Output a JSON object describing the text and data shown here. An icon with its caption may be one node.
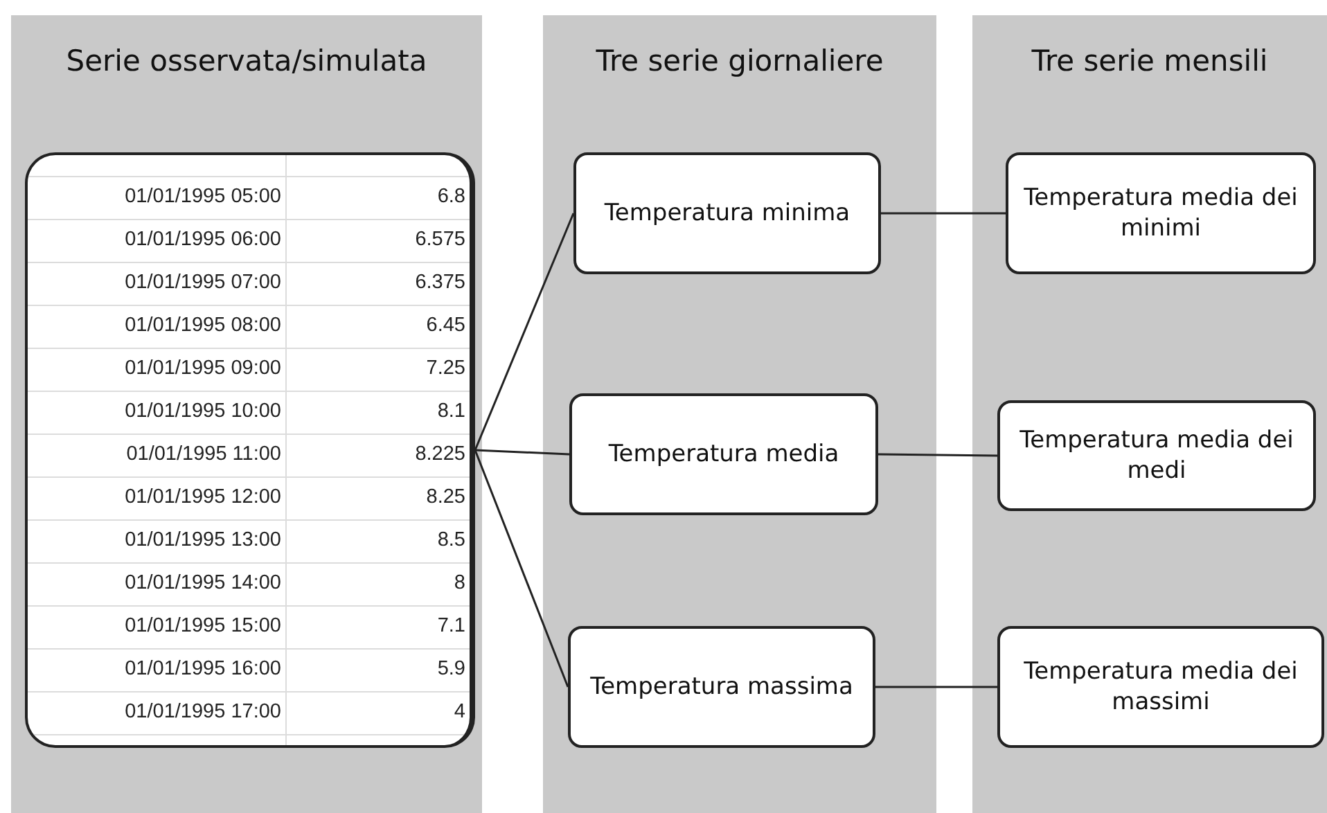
{
  "diagram": {
    "nodes": [
      {
        "text": [
          "Serie osservata/simulata"
        ]
      },
      {
        "text": [
          "01/01/1995 05:00",
          "6.8",
          "01/01/1995 06:00",
          "6.575",
          "01/01/1995 07:00",
          "6.375",
          "01/01/1995 08:00",
          "6.45",
          "01/01/1995 09:00",
          "7.25",
          "01/01/1995 10:00",
          "8.1",
          "01/01/1995 11:00",
          "8.225",
          "01/01/1995 12:00",
          "8.25",
          "01/01/1995 13:00",
          "8.5",
          "01/01/1995 14:00",
          "8",
          "01/01/1995 15:00",
          "7.1",
          "01/01/1995 16:00",
          "5.9",
          "01/01/1995 17:00",
          "4"
        ],
        "in": 0
      },
      {
        "text": [
          "Tre serie giornaliere"
        ]
      },
      {
        "text": [
          "Temperatura minima"
        ],
        "in": 2
      },
      {
        "text": [
          "Temperatura media"
        ],
        "in": 2
      },
      {
        "text": [
          "Temperatura massima"
        ],
        "in": 2
      },
      {
        "text": [
          "Tre serie mensili"
        ]
      },
      {
        "text": [
          "Temperatura media dei minimi"
        ],
        "in": 6
      },
      {
        "text": [
          "Temperatura media dei medi"
        ],
        "in": 6
      },
      {
        "text": [
          "Temperatura media dei massimi"
        ],
        "in": 6
      }
    ],
    "edges": [
      {
        "from": 1,
        "to": 3,
        "arrow": "none"
      },
      {
        "from": 1,
        "to": 4,
        "arrow": "none"
      },
      {
        "from": 1,
        "to": 5,
        "arrow": "none"
      },
      {
        "from": 3,
        "to": 7,
        "arrow": "none"
      },
      {
        "from": 4,
        "to": 8,
        "arrow": "none"
      },
      {
        "from": 5,
        "to": 9,
        "arrow": "none"
      }
    ]
  }
}
